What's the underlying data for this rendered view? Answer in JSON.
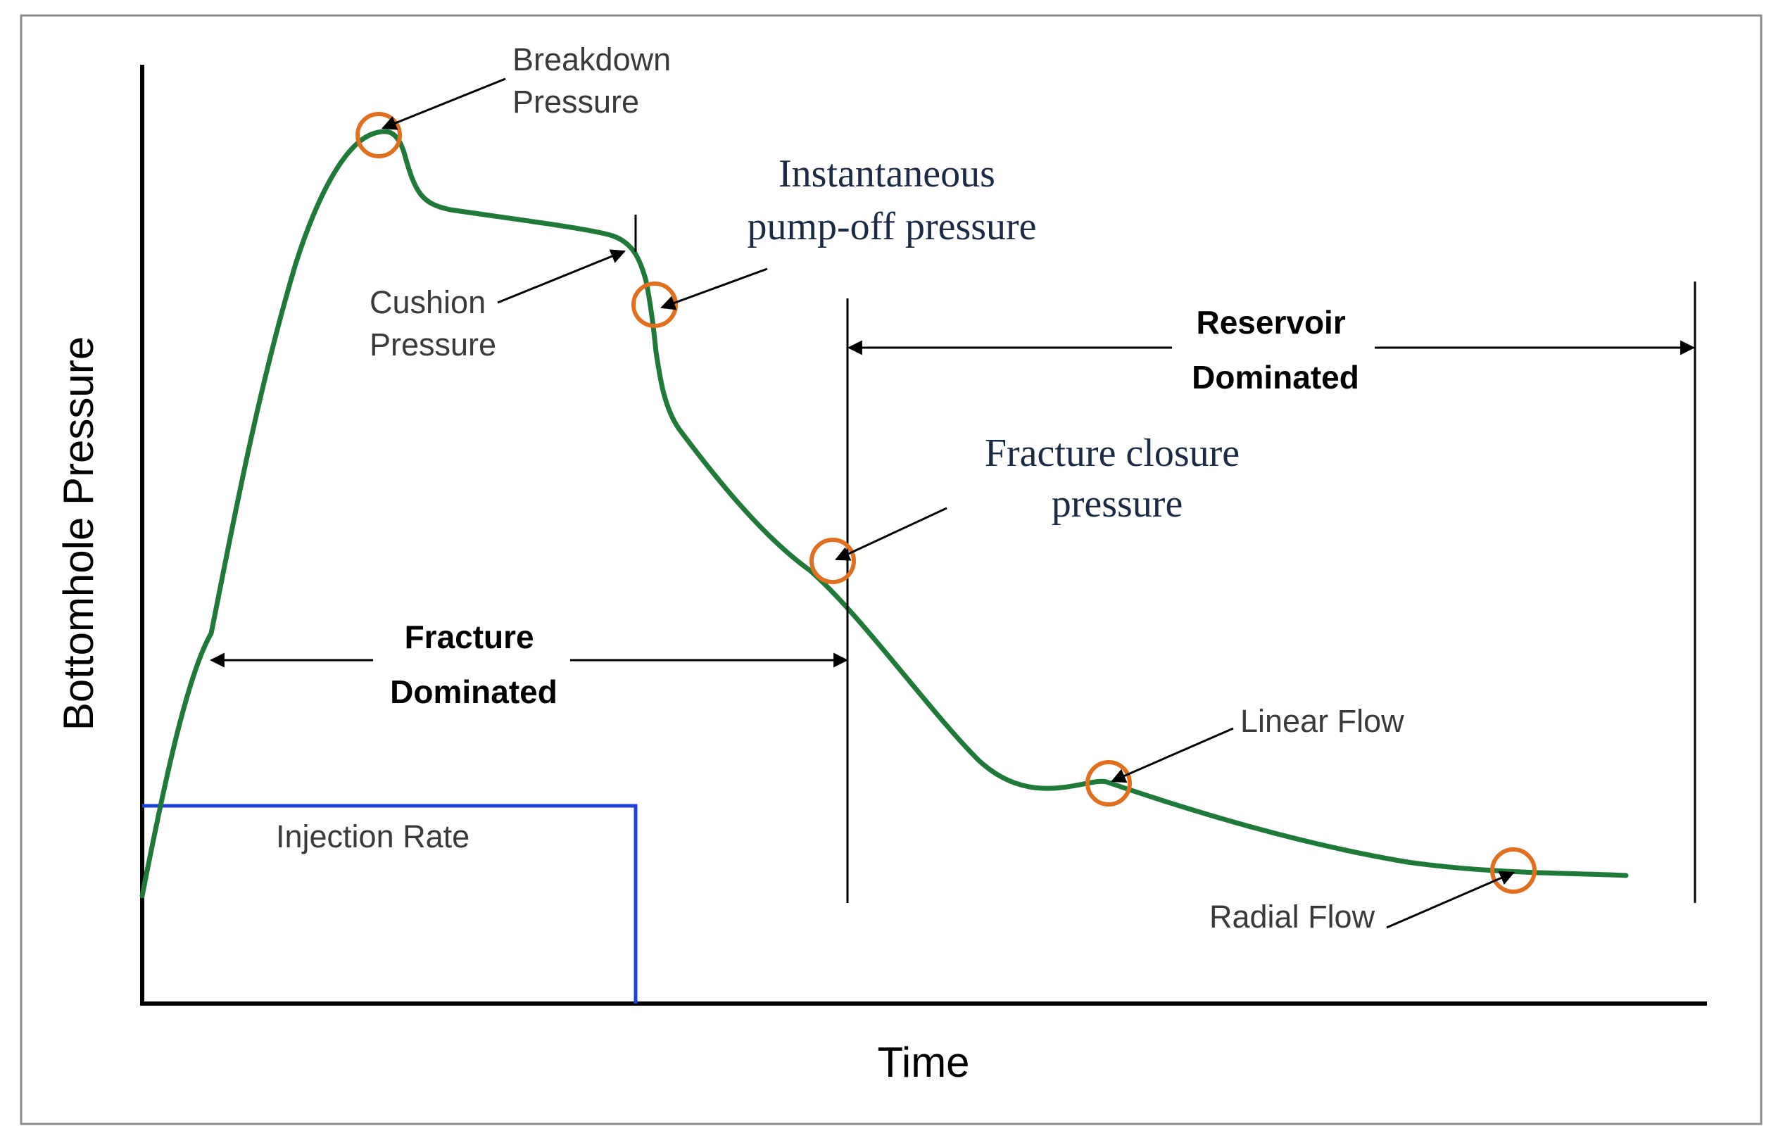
{
  "diagram": {
    "axis_labels": {
      "y": "Bottomhole Pressure",
      "x": "Time"
    },
    "annotations": {
      "breakdown": [
        "Breakdown",
        "Pressure"
      ],
      "isip": [
        "Instantaneous",
        "pump-off pressure"
      ],
      "cushion": [
        "Cushion",
        "Pressure"
      ],
      "closure": [
        "Fracture closure",
        "pressure"
      ],
      "linear_flow": "Linear Flow",
      "radial_flow": "Radial Flow",
      "injection_rate": "Injection Rate"
    },
    "regions": {
      "fracture": [
        "Fracture",
        "Dominated"
      ],
      "reservoir": [
        "Reservoir",
        "Dominated"
      ]
    },
    "colors": {
      "pressure_curve": "#1f7a3a",
      "injection_rate_line": "#1f3fd6",
      "marker_circle": "#e07020",
      "axis": "#000000",
      "frame": "#8c8c8c"
    }
  }
}
